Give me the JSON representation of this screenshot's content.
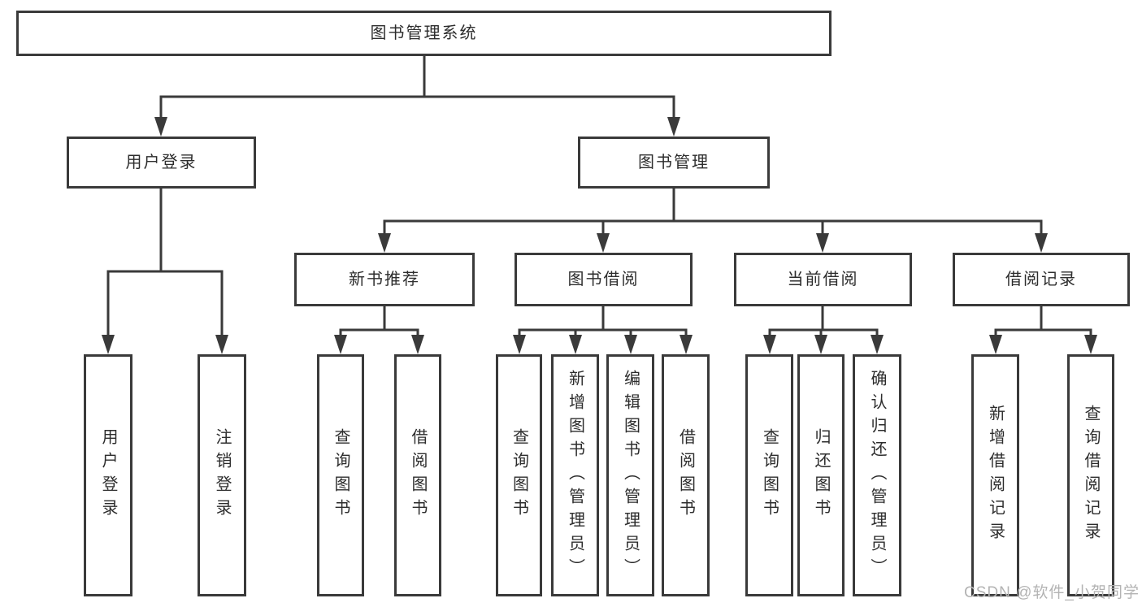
{
  "diagram": {
    "root": "图书管理系统",
    "level2": {
      "user_login": "用户登录",
      "book_mgmt": "图书管理"
    },
    "level3": {
      "new_books": "新书推荐",
      "book_borrow": "图书借阅",
      "current_borrow": "当前借阅",
      "borrow_records": "借阅记录"
    },
    "leaves": {
      "user_login": "用户登录",
      "logout": "注销登录",
      "nb_query": "查询图书",
      "nb_borrow": "借阅图书",
      "bb_query": "查询图书",
      "bb_add": "新增图书（管理员）",
      "bb_edit": "编辑图书（管理员）",
      "bb_borrow": "借阅图书",
      "cb_query": "查询图书",
      "cb_return": "归还图书",
      "cb_confirm": "确认归还（管理员）",
      "br_add": "新增借阅记录",
      "br_query": "查询借阅记录"
    }
  },
  "watermark": "CSDN @软件_小贺同学",
  "colors": {
    "line": "#3a3a3a",
    "text": "#2d2d2d",
    "watermark": "#b3b3b3",
    "background": "#ffffff"
  }
}
